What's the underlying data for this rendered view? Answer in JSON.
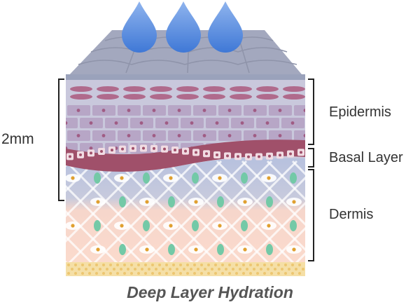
{
  "measure": "2mm",
  "labels": {
    "epidermis": "Epidermis",
    "basal": "Basal Layer",
    "dermis": "Dermis"
  },
  "caption": "Deep Layer Hydration",
  "colors": {
    "droplet": "#4f86dc",
    "surface": "#a3a8be",
    "epidermis": "#c9c8dc",
    "cells": "#b7a6c6",
    "basal": "#a0506a",
    "dermis_upper": "#b9c2de",
    "dermis_lower": "#fbd9cc",
    "node": "#73c9a7",
    "fat": "#f5dfa6",
    "bracket": "#222222"
  },
  "icons": [
    "water-droplet-icon",
    "water-droplet-icon",
    "water-droplet-icon"
  ]
}
